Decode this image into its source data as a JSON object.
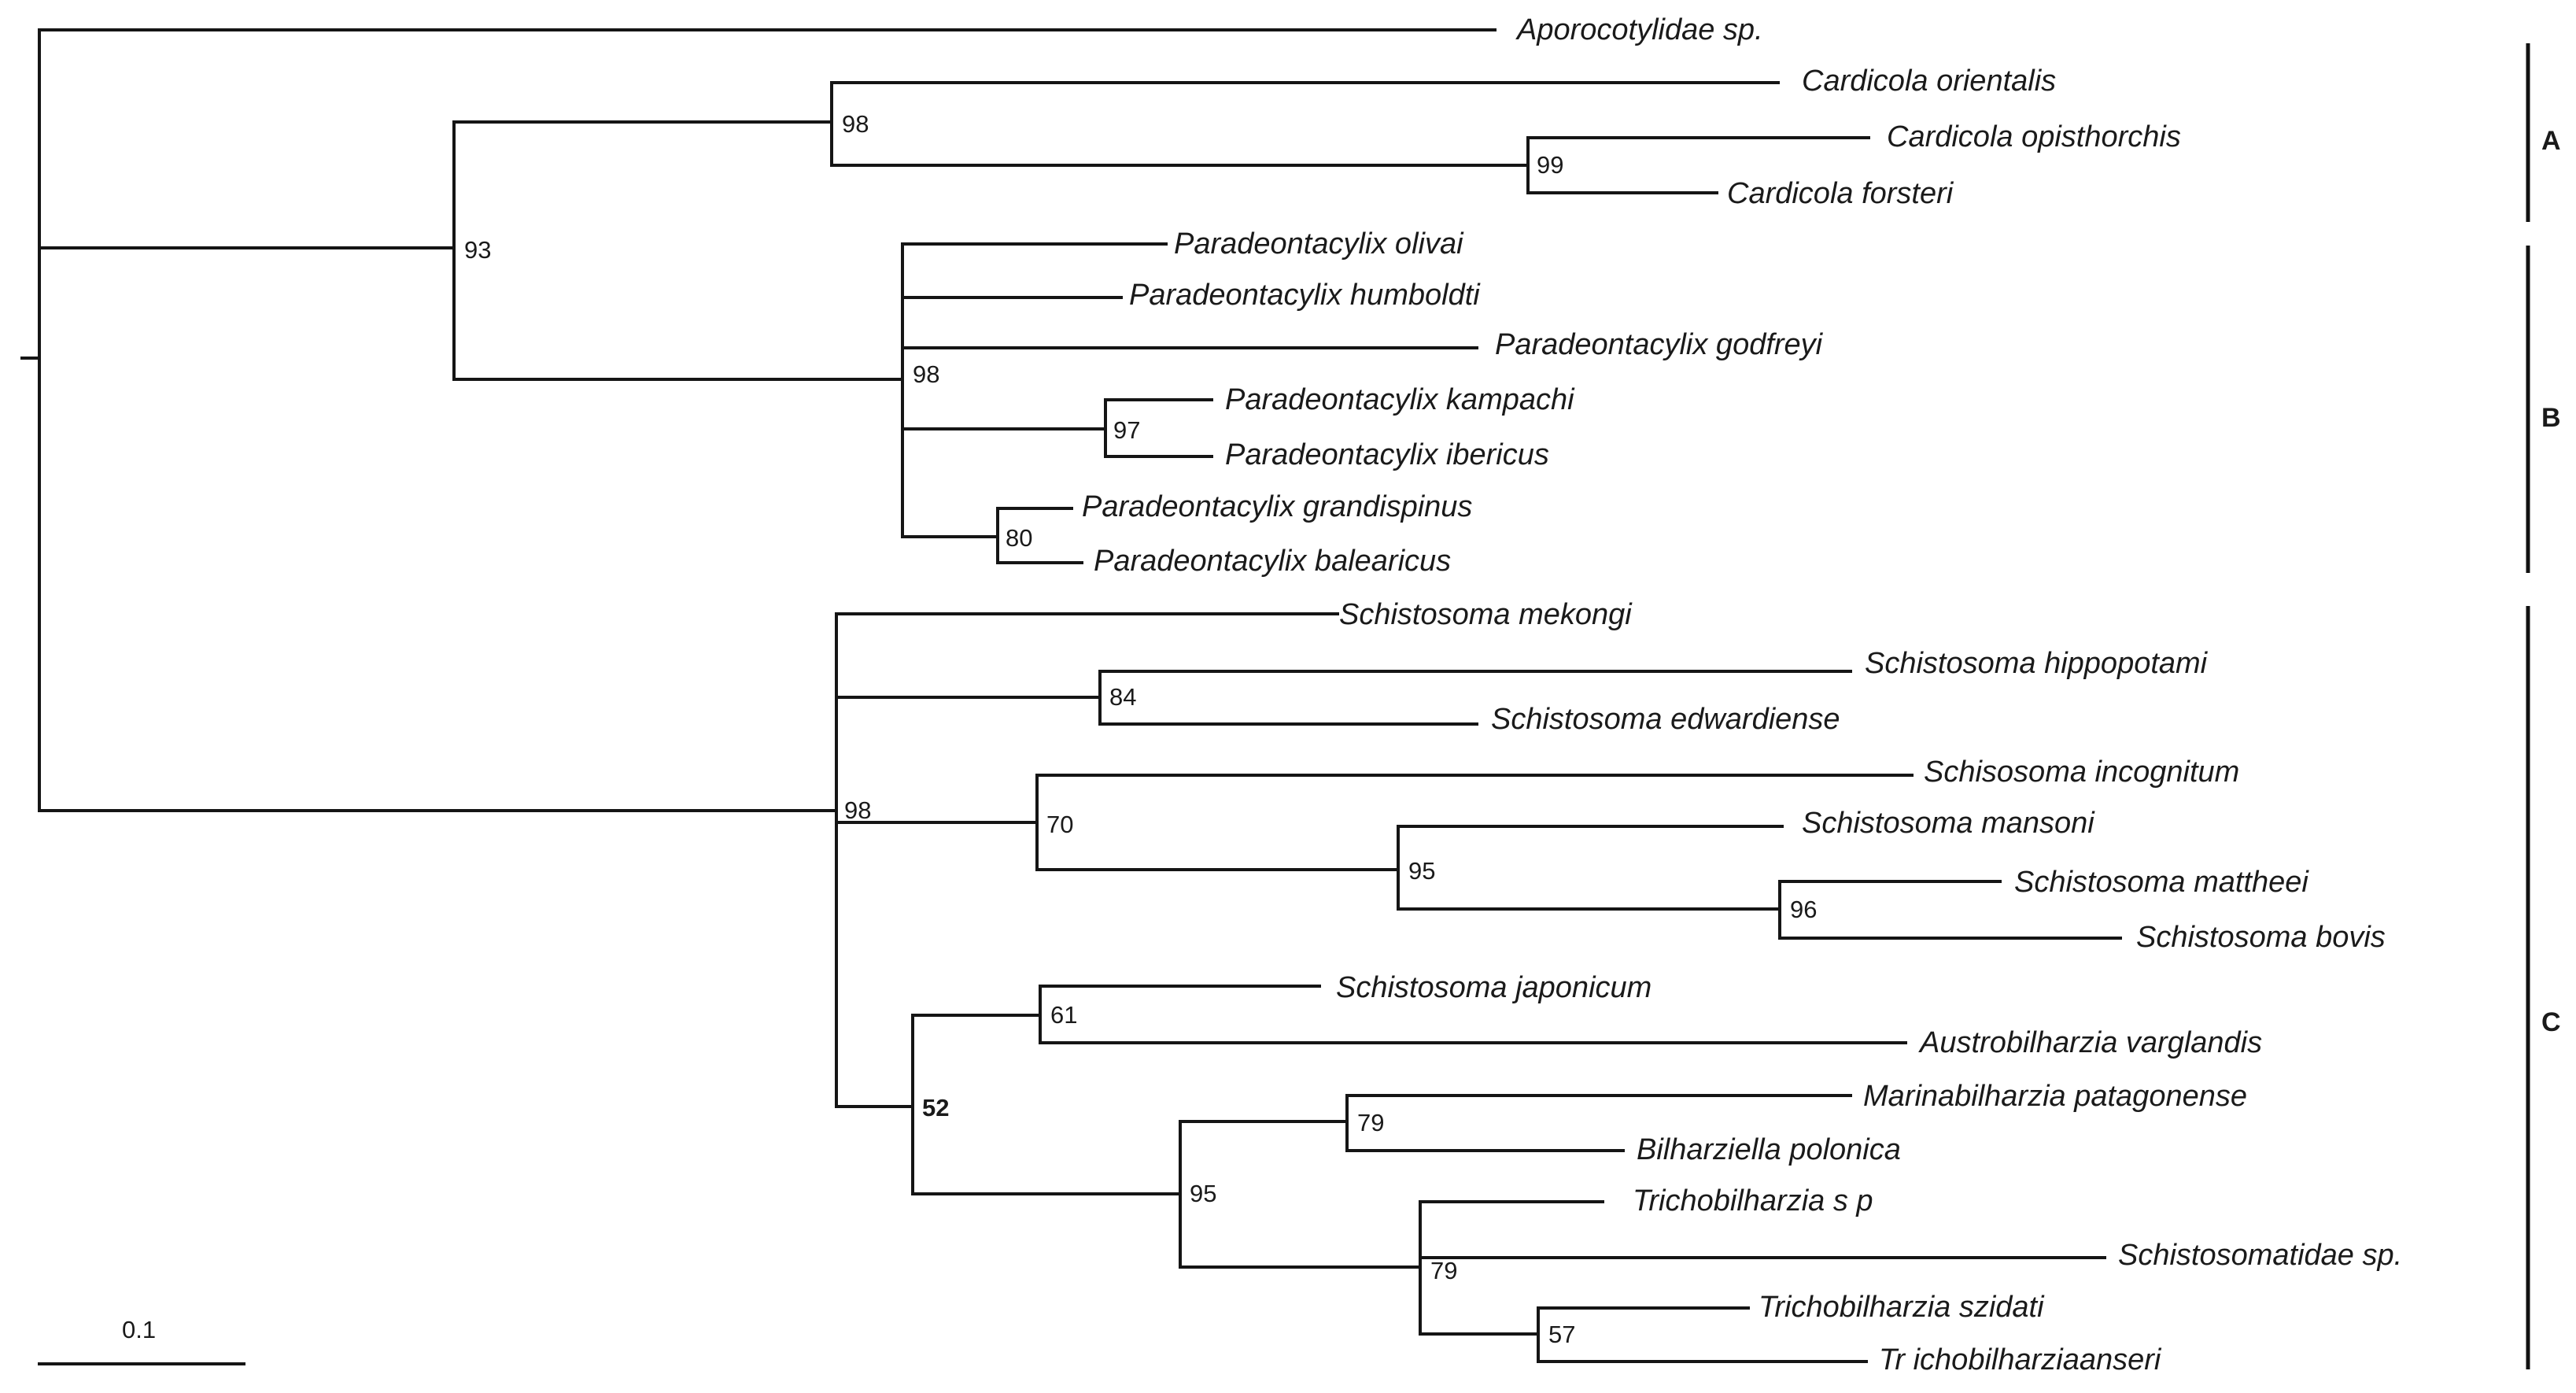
{
  "tree": {
    "taxa": [
      "Aporocotylidae sp.",
      "Cardicola orientalis",
      "Cardicola opisthorchis",
      "Cardicola forsteri",
      "Paradeontacylix olivai",
      "Paradeontacylix humboldti",
      "Paradeontacylix godfreyi",
      "Paradeontacylix kampachi",
      "Paradeontacylix ibericus",
      "Paradeontacylix grandispinus",
      "Paradeontacylix balearicus",
      "Schistosoma mekongi",
      "Schistosoma hippopotami",
      "Schistosoma edwardiense",
      "Schisosoma incognitum",
      "Schistosoma mansoni",
      "Schistosoma mattheei",
      "Schistosoma bovis",
      "Schistosoma japonicum",
      "Austrobilharzia varglandis",
      "Marinabilharzia patagonense",
      "Bilharziella polonica",
      "Trichobilharzia s p",
      "Schistosomatidae sp.",
      "Trichobilharzia szidati",
      "Tr ichobilharziaanseri"
    ],
    "bootstrap": [
      "93",
      "98",
      "99",
      "98",
      "97",
      "80",
      "98",
      "84",
      "70",
      "95",
      "96",
      "52",
      "61",
      "95",
      "79",
      "79",
      "57"
    ]
  },
  "groups": [
    "A",
    "B",
    "C"
  ],
  "scale_bar": {
    "label": "0.1"
  }
}
